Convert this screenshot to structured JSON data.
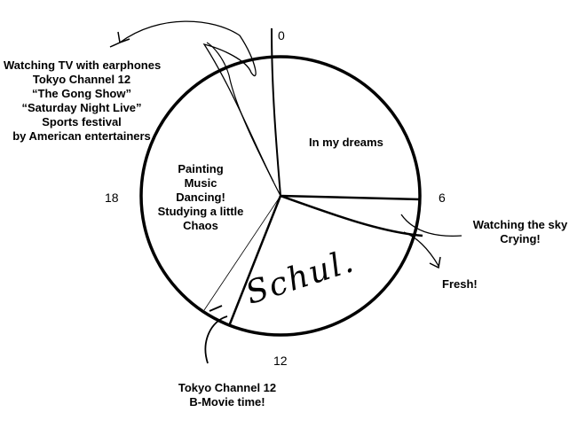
{
  "hours": {
    "top": "0",
    "right": "6",
    "bottom": "12",
    "left": "18"
  },
  "segments": {
    "dreams": "In my dreams",
    "evening": [
      "Painting",
      "Music",
      "Dancing!",
      "Studying a little",
      "Chaos"
    ],
    "school": "Schul."
  },
  "annotations": {
    "tv": [
      "Watching TV with earphones",
      "Tokyo Channel 12",
      "“The Gong Show”",
      "“Saturday Night Live”",
      "Sports festival",
      "by American entertainers"
    ],
    "sky": [
      "Watching the sky",
      "Crying!"
    ],
    "fresh": "Fresh!",
    "movie": [
      "Tokyo Channel 12",
      "B-Movie time!"
    ]
  }
}
